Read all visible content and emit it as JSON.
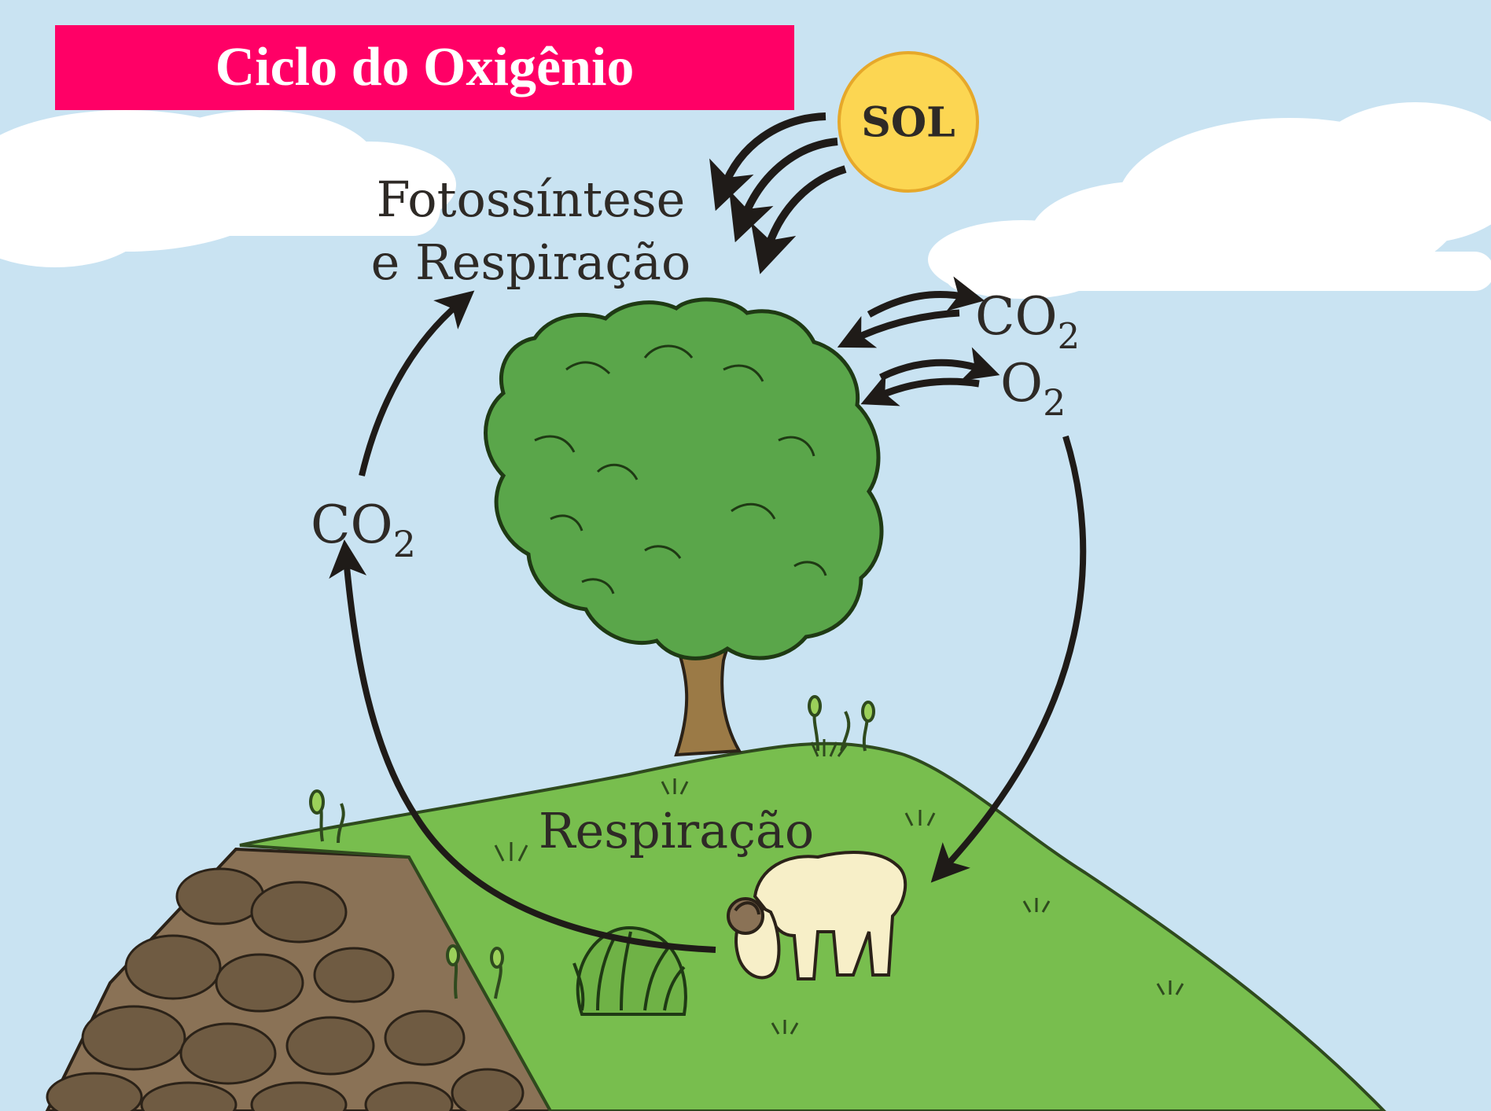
{
  "title": "Ciclo do Oxigênio",
  "labels": {
    "sun": "SOL",
    "photo_line1": "Fotossíntese",
    "photo_line2": "e Respiração",
    "co2_right": "CO",
    "co2_right_sub": "2",
    "o2_right": "O",
    "o2_right_sub": "2",
    "co2_left": "CO",
    "co2_left_sub": "2",
    "respiration": "Respiração"
  },
  "colors": {
    "banner": "#ff0066",
    "sky": "#c9e3f2",
    "cloud": "#ffffff",
    "sun": "#fcd652",
    "foliage": "#5aa64a",
    "trunk": "#9b7a46",
    "grass": "#78be4e",
    "rock": "#8a7256",
    "sheep": "#f7efc8",
    "arrow": "#1f1b18"
  },
  "icons": [
    "sun",
    "tree",
    "sheep",
    "grass-tuft",
    "rock-cliff",
    "cycle-arrow"
  ]
}
